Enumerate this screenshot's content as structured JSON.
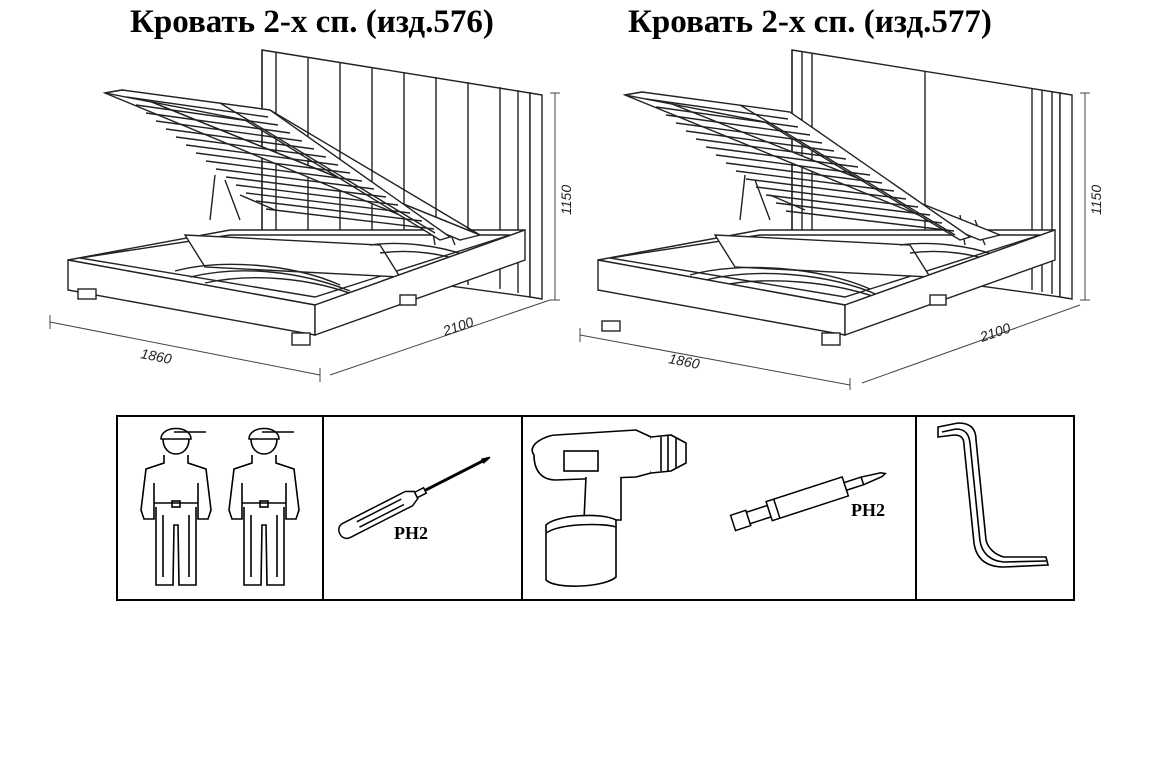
{
  "products": [
    {
      "title": "Кровать 2-х сп. (изд.576)",
      "width": "1860",
      "length": "2100",
      "height": "1150"
    },
    {
      "title": "Кровать 2-х сп. (изд.577)",
      "width": "1860",
      "length": "2100",
      "height": "1150"
    }
  ],
  "tools": {
    "screwdriver_label": "PH2",
    "drill_bit_label": "PH2"
  },
  "icons": [
    "two-workers-icon",
    "screwdriver-icon",
    "cordless-drill-icon",
    "drill-bit-icon",
    "hex-key-icon"
  ]
}
